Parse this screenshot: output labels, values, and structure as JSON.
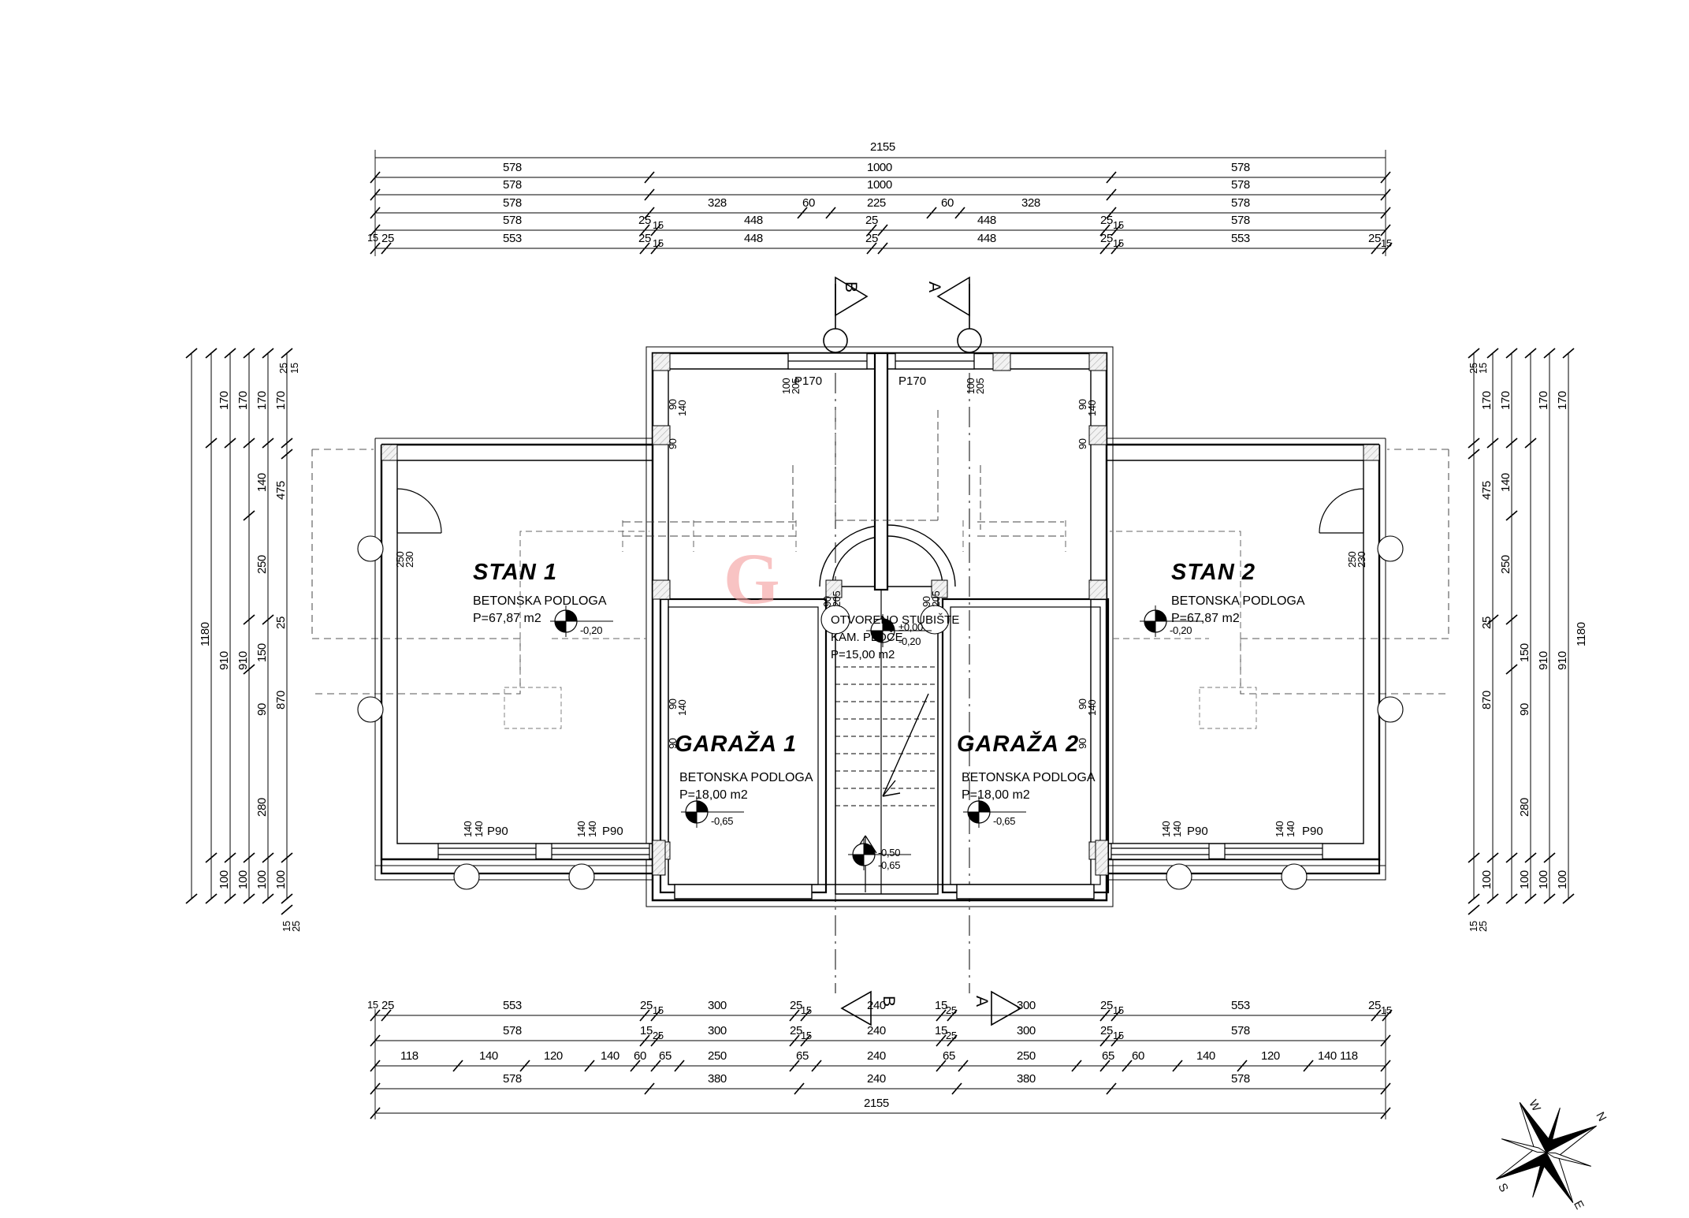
{
  "drawing": {
    "type": "architectural-floor-plan",
    "watermark": "G",
    "overall_width": "2155",
    "overall_depth": "1180"
  },
  "rooms": [
    {
      "id": "stan-1",
      "title": "STAN 1",
      "floor": "BETONSKA PODLOGA",
      "area": "P=67,87 m2",
      "level": "-0,20"
    },
    {
      "id": "stan-2",
      "title": "STAN 2",
      "floor": "BETONSKA PODLOGA",
      "area": "P=67,87 m2",
      "level": "-0,20"
    },
    {
      "id": "garaza-1",
      "title": "GARAŽA 1",
      "floor": "BETONSKA PODLOGA",
      "area": "P=18,00 m2",
      "level": "-0,65"
    },
    {
      "id": "garaza-2",
      "title": "GARAŽA 2",
      "floor": "BETONSKA PODLOGA",
      "area": "P=18,00 m2",
      "level": "-0,65"
    },
    {
      "id": "stubiste",
      "title": "OTVORENO STUBIŠTE",
      "floor": "KAM. PLOČE",
      "area": "P=15,00 m2",
      "level_top": "±0,00",
      "level_bottom": "-0,20"
    }
  ],
  "stair_levels": {
    "upper": "-0,50",
    "lower": "-0,65"
  },
  "section_markers": [
    {
      "label": "B",
      "position": "top-left"
    },
    {
      "label": "A",
      "position": "top-right"
    },
    {
      "label": "B",
      "position": "bottom-left"
    },
    {
      "label": "A",
      "position": "bottom-right"
    }
  ],
  "openings": {
    "doors_upper": [
      "P170",
      "P170"
    ],
    "windows_lower": [
      "P90",
      "P90",
      "P90",
      "P90"
    ]
  },
  "dimension_strings": {
    "top": [
      {
        "row": 0,
        "values": [
          "2155"
        ]
      },
      {
        "row": 1,
        "values": [
          "578",
          "1000",
          "578"
        ]
      },
      {
        "row": 2,
        "values": [
          "578",
          "1000",
          "578"
        ]
      },
      {
        "row": 3,
        "values": [
          "578",
          "328",
          "60",
          "225",
          "60",
          "328",
          "578"
        ]
      },
      {
        "row": 4,
        "values": [
          "578",
          "25",
          "15",
          "448",
          "25",
          "448",
          "25",
          "15",
          "578"
        ]
      },
      {
        "row": 5,
        "values": [
          "15",
          "25",
          "553",
          "25",
          "15",
          "448",
          "25",
          "448",
          "25",
          "15",
          "553",
          "25",
          "15"
        ]
      }
    ],
    "bottom": [
      {
        "row": 0,
        "values": [
          "15",
          "25",
          "553",
          "25",
          "15",
          "300",
          "25",
          "15",
          "240",
          "15",
          "25",
          "300",
          "25",
          "15",
          "553",
          "25",
          "15"
        ]
      },
      {
        "row": 1,
        "values": [
          "578",
          "15",
          "25",
          "300",
          "25",
          "15",
          "240",
          "15",
          "25",
          "300",
          "25",
          "15",
          "578"
        ]
      },
      {
        "row": 2,
        "values": [
          "118",
          "140",
          "120",
          "140",
          "60",
          "65",
          "250",
          "65",
          "240",
          "65",
          "250",
          "65",
          "60",
          "140",
          "120",
          "140",
          "118"
        ]
      },
      {
        "row": 3,
        "values": [
          "578",
          "380",
          "240",
          "380",
          "578"
        ]
      },
      {
        "row": 4,
        "values": [
          "2155"
        ]
      }
    ],
    "left": [
      {
        "row": 0,
        "values": [
          "1180"
        ]
      },
      {
        "row": 1,
        "values": [
          "170",
          "910",
          "100"
        ]
      },
      {
        "row": 2,
        "values": [
          "170",
          "910",
          "100"
        ]
      },
      {
        "row": 3,
        "values": [
          "170",
          "140",
          "150",
          "90",
          "280",
          "100"
        ]
      },
      {
        "row": 4,
        "values": [
          "25",
          "15",
          "170",
          "475",
          "250",
          "25",
          "870",
          "100",
          "15",
          "25"
        ]
      }
    ],
    "right": [
      {
        "row": 0,
        "values": [
          "25",
          "15",
          "170",
          "475",
          "250",
          "25",
          "870",
          "100",
          "15",
          "25"
        ]
      },
      {
        "row": 1,
        "values": [
          "170",
          "140",
          "150",
          "90",
          "280",
          "100"
        ]
      },
      {
        "row": 2,
        "values": [
          "170",
          "910",
          "100"
        ]
      },
      {
        "row": 3,
        "values": [
          "170",
          "910",
          "100"
        ]
      },
      {
        "row": 4,
        "values": [
          "1180"
        ]
      }
    ]
  },
  "wall_tags": {
    "upper_left": [
      "90",
      "140",
      "90"
    ],
    "upper_right": [
      "90",
      "140",
      "90"
    ],
    "left_jamb": [
      "250",
      "230"
    ],
    "right_jamb": [
      "250",
      "230"
    ],
    "mid_left": [
      "90",
      "140",
      "90"
    ],
    "mid_right": [
      "90",
      "140",
      "90"
    ],
    "door_tags": [
      "90",
      "205",
      "90",
      "205",
      "100",
      "205",
      "100",
      "205"
    ],
    "window_tags": [
      "140",
      "140",
      "140",
      "140"
    ]
  },
  "compass": {
    "labels": [
      "N",
      "E",
      "S",
      "W"
    ]
  },
  "colors": {
    "line": "#000000",
    "hatch": "#cccccc",
    "watermark": "#f4a0a0",
    "thin": "#1a1a1a"
  }
}
